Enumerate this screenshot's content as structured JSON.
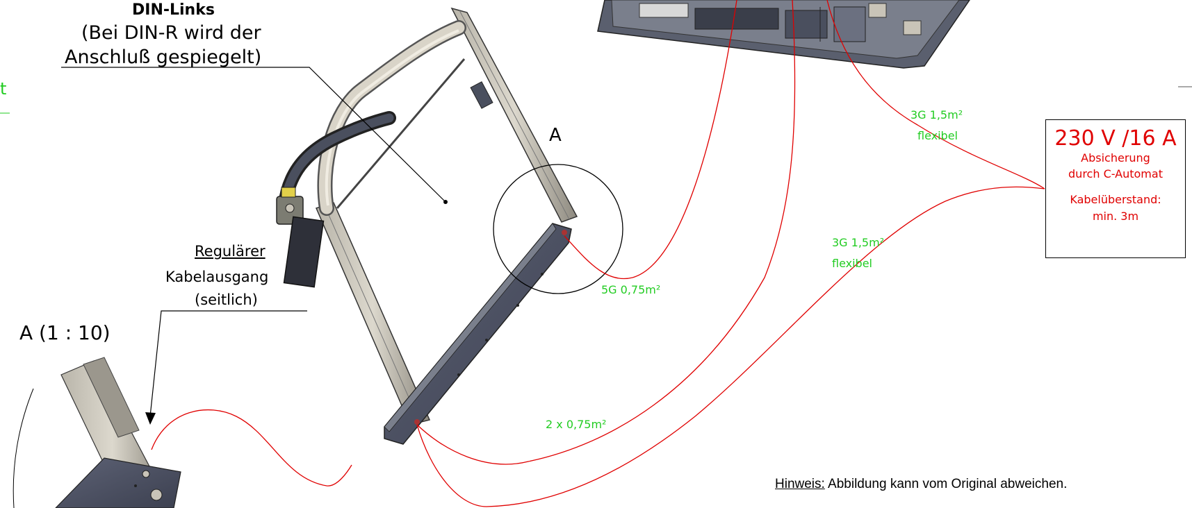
{
  "labels": {
    "title": "DIN-Links",
    "subtitle_line1": "(Bei DIN-R wird der",
    "subtitle_line2": "Anschluß gespiegelt)",
    "view_letter": "A",
    "detail_label": "A (1 : 10)",
    "regular_line1": "Regulärer",
    "regular_line2": "Kabelausgang",
    "regular_line3": "(seitlich)",
    "edge_fragment": "t"
  },
  "cables": {
    "c1_line1": "3G 1,5m²",
    "c1_line2": "flexibel",
    "c2_line1": "3G 1,5m²",
    "c2_line2": "flexibel",
    "c3": "5G 0,75m²",
    "c4": "2 x 0,75m²"
  },
  "supply": {
    "voltage": "230 V /16 A",
    "line1": "Absicherung",
    "line2": "durch C-Automat",
    "line3": "Kabelüberstand:",
    "line4": "min. 3m"
  },
  "note": {
    "prefix": "Hinweis:",
    "text": " Abbildung kann vom Original abweichen."
  },
  "colors": {
    "cable": "#e00000",
    "spec_text": "#22cc22",
    "supply_text": "#e00000",
    "frame_dark": "#4a4f5e",
    "frame_light": "#c9c4b8"
  }
}
